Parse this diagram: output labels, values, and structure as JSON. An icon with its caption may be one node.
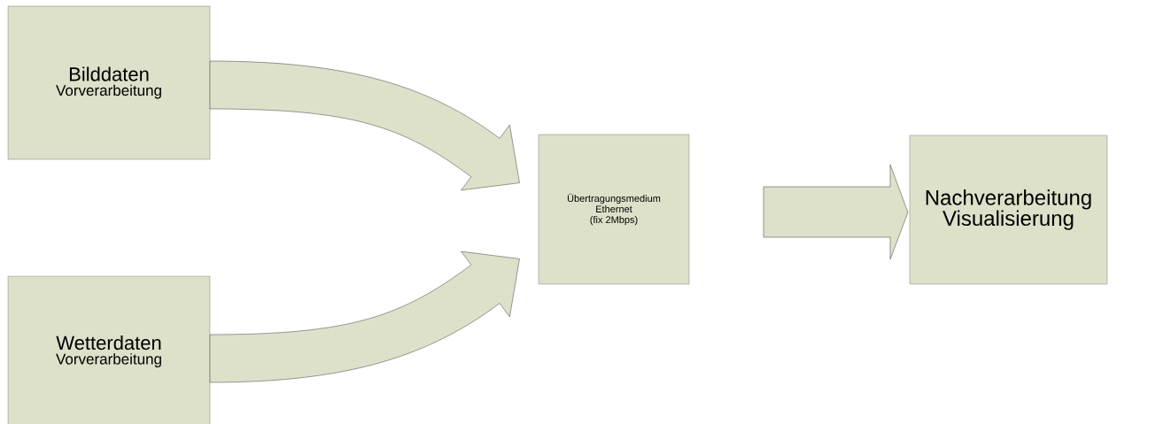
{
  "diagram": {
    "nodes": [
      {
        "text": [
          "Bilddaten",
          "Vorverarbeitung"
        ]
      },
      {
        "text": [
          "Wetterdaten",
          "Vorverarbeitung"
        ]
      },
      {
        "text": [
          "Übertragungsmedium",
          "Ethernet",
          "(fix 2Mbps)"
        ]
      },
      {
        "text": [
          "Nachverarbeitung",
          "Visualisierung"
        ]
      }
    ],
    "edges": [
      {
        "from": 0,
        "to": 2,
        "arrow": "to"
      },
      {
        "from": 1,
        "to": 2,
        "arrow": "to"
      },
      {
        "from": 2,
        "to": 3,
        "arrow": "to"
      }
    ]
  }
}
